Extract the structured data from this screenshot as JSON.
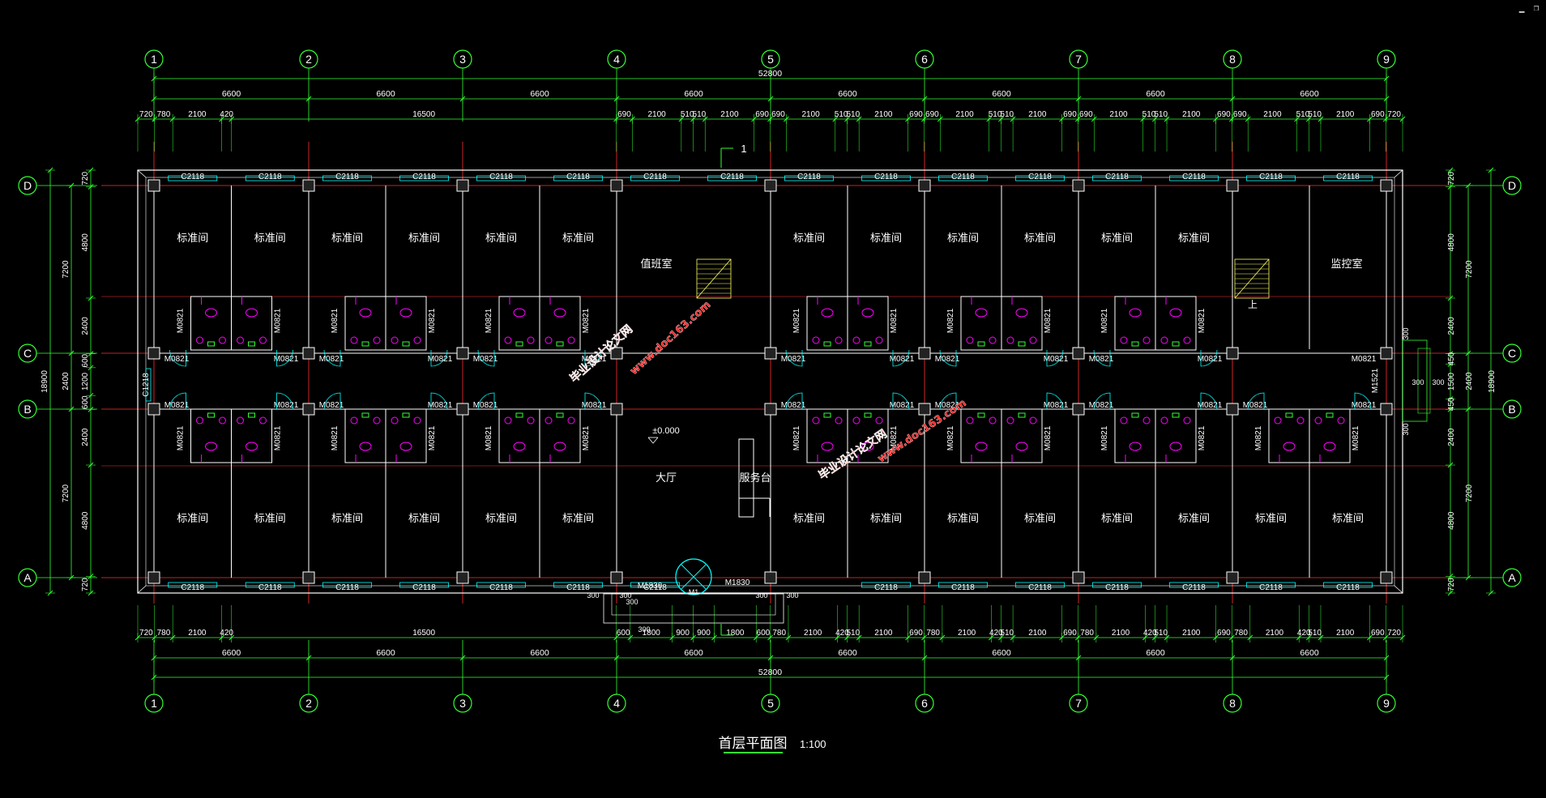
{
  "window": {
    "minimize_glyph": "▁",
    "restore_glyph": "❐"
  },
  "grid": {
    "columns": [
      "1",
      "2",
      "3",
      "4",
      "5",
      "6",
      "7",
      "8",
      "9"
    ],
    "rows": [
      "D",
      "C",
      "B",
      "A"
    ]
  },
  "dims": {
    "total": "52800",
    "bays": [
      "6600",
      "6600",
      "6600",
      "6600",
      "6600",
      "6600",
      "6600",
      "6600"
    ],
    "top_detail": [
      "720",
      "780",
      "2100",
      "420",
      "16500",
      "690",
      "2100",
      "510",
      "510",
      "2100",
      "690",
      "690",
      "2100",
      "510",
      "510",
      "2100",
      "690",
      "690",
      "2100",
      "510",
      "510",
      "2100",
      "690",
      "690",
      "2100",
      "510",
      "510",
      "2100",
      "690",
      "690",
      "2100",
      "510",
      "510",
      "2100",
      "690",
      "720"
    ],
    "bottom_detail": [
      "720",
      "780",
      "2100",
      "420",
      "16500",
      "600",
      "1800",
      "900",
      "900",
      "1800",
      "600",
      "780",
      "2100",
      "420",
      "510",
      "2100",
      "690",
      "780",
      "2100",
      "420",
      "510",
      "2100",
      "690",
      "780",
      "2100",
      "420",
      "510",
      "2100",
      "690",
      "780",
      "2100",
      "420",
      "510",
      "2100",
      "690",
      "720"
    ],
    "left_outer": "18900",
    "left_mid": [
      "7200",
      "2400",
      "7200"
    ],
    "left_inner": [
      "720",
      "4800",
      "2400",
      "600",
      "1200",
      "600",
      "2400",
      "4800",
      "720"
    ],
    "right_outer": "18900",
    "right_mid": [
      "7200",
      "2400",
      "7200"
    ],
    "right_inner": [
      "720",
      "4800",
      "2400",
      "450",
      "1500",
      "450",
      "2400",
      "4800",
      "720"
    ],
    "stair_ext": [
      "300",
      "300",
      "300",
      "300"
    ],
    "entry_ext": [
      "300",
      "300",
      "300",
      "300",
      "300",
      "300"
    ]
  },
  "labels": {
    "window_top": "C2118",
    "window_bottom": "C2118",
    "window_left": "C1218",
    "door": "M0821",
    "door_right": "M1521",
    "door_main": "M1830",
    "revolving": "M1",
    "standard_room": "标准间",
    "duty_room": "值班室",
    "monitor_room": "监控室",
    "lobby": "大厅",
    "service_desk": "服务台",
    "elevation": "±0.000",
    "up": "上",
    "section_mark": "1",
    "title": "首层平面图",
    "scale": "1:100",
    "watermark_a": "毕业设计论文网",
    "watermark_b": "www.doc163.com"
  },
  "colors": {
    "background": "#000000",
    "grid_axis": "#ff3030",
    "dimension": "#33ff33",
    "wall": "#ffffff",
    "window": "#00ffff",
    "fixture": "#ff00ff",
    "stair": "#ffff66",
    "watermark": "#ff2222",
    "text": "#ffffff"
  }
}
